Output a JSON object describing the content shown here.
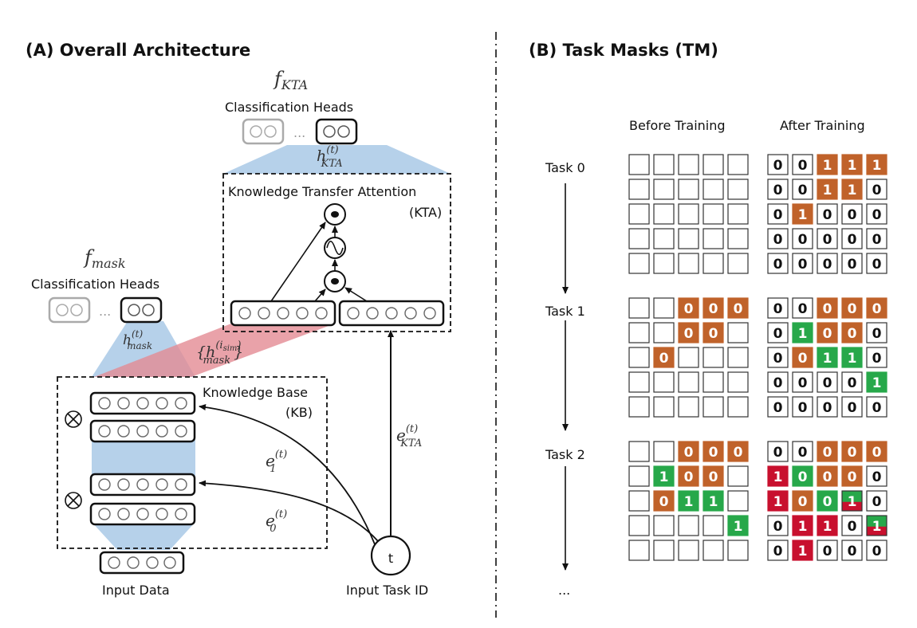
{
  "panel_a": {
    "title": "(A) Overall Architecture",
    "f_kta": {
      "base": "f",
      "sub": "KTA"
    },
    "kta_heads_label": "Classification Heads",
    "h_kta": {
      "base": "h",
      "sup": "(t)",
      "sub": "KTA"
    },
    "kta_box_title": "Knowledge Transfer Attention",
    "kta_box_abbr": "(KTA)",
    "f_mask": {
      "base": "f",
      "sub": "mask"
    },
    "mask_heads_label": "Classification Heads",
    "h_mask": {
      "base": "h",
      "sup": "(t)",
      "sub": "mask"
    },
    "h_mask_sim": {
      "open": "{",
      "base": "h",
      "sup": "(i",
      "supsub": "sim",
      "supclose": ")",
      "sub": "mask",
      "close": "}"
    },
    "kb_title": "Knowledge Base",
    "kb_abbr": "(KB)",
    "e_kta": {
      "base": "e",
      "sup": "(t)",
      "sub": "KTA"
    },
    "e_1": {
      "base": "e",
      "sup": "(t)",
      "sub": "1"
    },
    "e_0": {
      "base": "e",
      "sup": "(t)",
      "sub": "0"
    },
    "input_data_label": "Input Data",
    "task_node": "t",
    "input_task_label": "Input Task ID",
    "ellipsis": "...",
    "multiply_symbol": "⊗",
    "sigmoid_symbol": "∿",
    "dot_symbol": "•"
  },
  "panel_b": {
    "title": "(B) Task Masks (TM)",
    "col_before": "Before Training",
    "col_after": "After Training",
    "more": "...",
    "colors": {
      "orange": "#C0622A",
      "green": "#27A84A",
      "red": "#C8102E",
      "empty": "#ffffff"
    },
    "tasks": [
      {
        "label": "Task 0",
        "before": [
          [
            "e",
            "e",
            "e",
            "e",
            "e"
          ],
          [
            "e",
            "e",
            "e",
            "e",
            "e"
          ],
          [
            "e",
            "e",
            "e",
            "e",
            "e"
          ],
          [
            "e",
            "e",
            "e",
            "e",
            "e"
          ],
          [
            "e",
            "e",
            "e",
            "e",
            "e"
          ]
        ],
        "after": [
          [
            "0w",
            "0w",
            "1o",
            "1o",
            "1o"
          ],
          [
            "0w",
            "0w",
            "1o",
            "1o",
            "0w"
          ],
          [
            "0w",
            "1o",
            "0w",
            "0w",
            "0w"
          ],
          [
            "0w",
            "0w",
            "0w",
            "0w",
            "0w"
          ],
          [
            "0w",
            "0w",
            "0w",
            "0w",
            "0w"
          ]
        ]
      },
      {
        "label": "Task 1",
        "before": [
          [
            "e",
            "e",
            "0o",
            "0o",
            "0o"
          ],
          [
            "e",
            "e",
            "0o",
            "0o",
            "e"
          ],
          [
            "e",
            "0o",
            "e",
            "e",
            "e"
          ],
          [
            "e",
            "e",
            "e",
            "e",
            "e"
          ],
          [
            "e",
            "e",
            "e",
            "e",
            "e"
          ]
        ],
        "after": [
          [
            "0w",
            "0w",
            "0o",
            "0o",
            "0o"
          ],
          [
            "0w",
            "1g",
            "0o",
            "0o",
            "0w"
          ],
          [
            "0w",
            "0o",
            "1g",
            "1g",
            "0w"
          ],
          [
            "0w",
            "0w",
            "0w",
            "0w",
            "1g"
          ],
          [
            "0w",
            "0w",
            "0w",
            "0w",
            "0w"
          ]
        ]
      },
      {
        "label": "Task 2",
        "before": [
          [
            "e",
            "e",
            "0o",
            "0o",
            "0o"
          ],
          [
            "e",
            "1g",
            "0o",
            "0o",
            "e"
          ],
          [
            "e",
            "0o",
            "1g",
            "1g",
            "e"
          ],
          [
            "e",
            "e",
            "e",
            "e",
            "1g"
          ],
          [
            "e",
            "e",
            "e",
            "e",
            "e"
          ]
        ],
        "after": [
          [
            "0w",
            "0w",
            "0o",
            "0o",
            "0o"
          ],
          [
            "1r",
            "0g",
            "0o",
            "0o",
            "0w"
          ],
          [
            "1r",
            "0o",
            "0g",
            "1gr",
            "0w"
          ],
          [
            "0w",
            "1r",
            "1r",
            "0w",
            "1gr"
          ],
          [
            "0w",
            "1r",
            "0w",
            "0w",
            "0w"
          ]
        ]
      }
    ]
  }
}
